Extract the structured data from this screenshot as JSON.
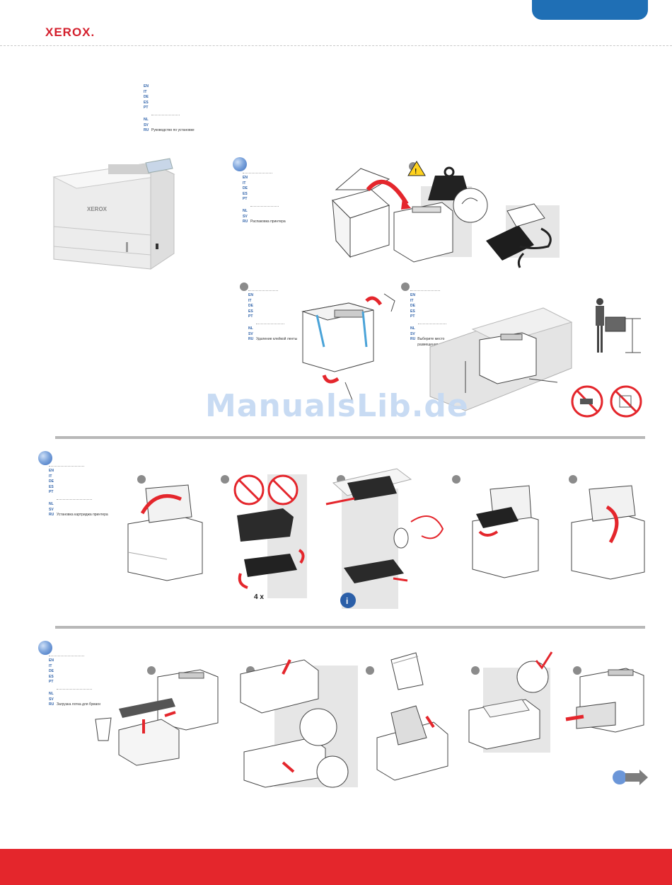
{
  "header": {
    "brand": "XEROX."
  },
  "intro": {
    "codes": [
      "EN",
      "IT",
      "DE",
      "ES",
      "PT",
      "NL",
      "SV",
      "RU"
    ],
    "title": "Руководство по установке"
  },
  "steps": [
    {
      "codes": [
        "EN",
        "IT",
        "DE",
        "ES",
        "PT",
        "NL",
        "SV",
        "RU"
      ],
      "title": "Распаковка принтера"
    },
    {
      "codes": [
        "EN",
        "IT",
        "DE",
        "ES",
        "PT",
        "NL",
        "SV",
        "RU"
      ],
      "title": "Удаление клейкой ленты"
    },
    {
      "codes": [
        "EN",
        "IT",
        "DE",
        "ES",
        "PT",
        "NL",
        "SV",
        "RU"
      ],
      "title": "Выберите место размещения"
    },
    {
      "codes": [
        "EN",
        "IT",
        "DE",
        "ES",
        "PT",
        "NL",
        "SV",
        "RU"
      ],
      "title": "Установка картриджа принтера"
    },
    {
      "codes": [
        "EN",
        "IT",
        "DE",
        "ES",
        "PT",
        "NL",
        "SV",
        "RU"
      ],
      "title": "Загрузка лотка для бумаги"
    }
  ],
  "cartridge": {
    "shake_count": "4 x"
  },
  "watermark": "ManualsLib.de",
  "colors": {
    "accent_red": "#e4262c",
    "accent_blue": "#1f6fb5",
    "step_circle": "#5a87cf"
  }
}
